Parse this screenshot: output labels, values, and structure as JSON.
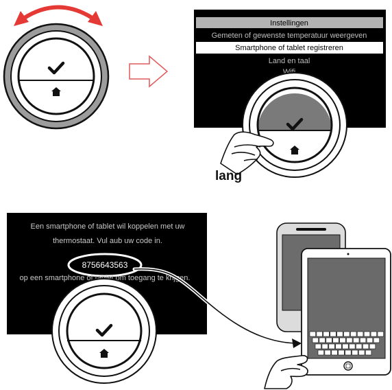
{
  "step1": {
    "knob_accept_icon": "checkmark-icon",
    "knob_home_icon": "home-icon",
    "rotate_arrow_icon": "double-headed-curved-arrow",
    "rotate_arrow_color": "#e53935"
  },
  "transition_arrow_icon": "outline-right-arrow",
  "transition_arrow_color": "#e05a5a",
  "step2": {
    "menu_items": [
      {
        "label": "Instellingen",
        "state": "title"
      },
      {
        "label": "Gemeten of gewenste temperatuur weergeven",
        "state": "normal"
      },
      {
        "label": "Smartphone of tablet registreren",
        "state": "selected"
      },
      {
        "label": "Land en taal",
        "state": "normal"
      },
      {
        "label": "Wifi",
        "state": "normal"
      }
    ],
    "press_label": "lang",
    "knob_accept_icon": "checkmark-icon",
    "knob_home_icon": "home-icon"
  },
  "step3": {
    "message_line1": "Een smartphone of tablet wil koppelen met uw",
    "message_line2": "thermostaat. Vul aub uw code in.",
    "code": "8756643563",
    "message_line3": "op een smartphone of tablet om toegang te krijgen.",
    "knob_accept_icon": "checkmark-icon",
    "knob_home_icon": "home-icon",
    "tablet_home_icon": "home-button-icon"
  },
  "colors": {
    "screen_bg": "#000000",
    "menu_title_bg": "#b3b3b3",
    "menu_selected_bg": "#ffffff",
    "knob_ring": "#9c9c9c",
    "knob_pressed": "#7a7a7a"
  }
}
